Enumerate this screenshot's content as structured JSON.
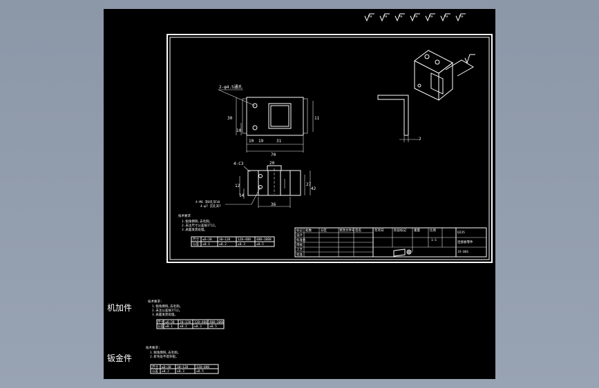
{
  "roughness_symbols": [
    "Ra",
    "Ra",
    "Ra",
    "Ra",
    "Ra",
    "Ra",
    "Ra"
  ],
  "top_view": {
    "hole_note": "2-φ4.5通孔",
    "dims": {
      "height_left": "30",
      "height_small": "10",
      "x1": "10",
      "x2": "19",
      "x3": "31",
      "width": "70",
      "right": "11"
    }
  },
  "front_view": {
    "chamfer_note": "4-C3",
    "dims": {
      "top": "20",
      "left_a": "12",
      "left_b": "14",
      "right_a": "27",
      "right_b": "42",
      "bottom": "36"
    },
    "note_a": "4-M6 深8孔深10",
    "note_b": "4-φ7 沉孔深7"
  },
  "side_view": {
    "dim": "2"
  },
  "tech_req": {
    "heading": "技术要求",
    "lines": [
      "1.锐角倒钝,去毛刺。",
      "2.未注尺寸公差按IT12。",
      "3.表面发黑处理。"
    ]
  },
  "tolerance_table": {
    "header": [
      "尺寸",
      "≤6~30",
      "30~120",
      "120~400",
      "400~1000"
    ],
    "row": [
      "公差",
      "±0.1",
      "±0.2",
      "±0.3",
      "±0.5"
    ]
  },
  "title_block": {
    "labels": [
      "标记",
      "处数",
      "分区",
      "更改文件号",
      "签名",
      "年月日",
      "设计",
      "标准化",
      "审核",
      "工艺",
      "批准",
      "阶段标记",
      "重量",
      "比例"
    ],
    "scale": "1:1",
    "part_name": "连接板零件",
    "material": "Q235",
    "drawing_no": "JX-001"
  },
  "side_notes": [
    {
      "label": "机加件",
      "heading": "技术要求:",
      "lines": [
        "1.锐角倒钝,去毛刺。",
        "2.未注公差按IT12。",
        "3.表面发黑处理。"
      ],
      "table_header": [
        "尺寸",
        "≤6~30",
        "30~120",
        "120~400",
        "400~1000"
      ],
      "table_row": [
        "公差",
        "±0.1",
        "±0.2",
        "±0.3",
        "±0.5"
      ]
    },
    {
      "label": "钣金件",
      "heading": "技术要求:",
      "lines": [
        "1.锐角倒钝,去毛刺。",
        "2.折弯处不得开裂。"
      ],
      "table_header": [
        "尺寸",
        "≤6~30",
        "30~120",
        "120~400"
      ],
      "table_row": [
        "公差",
        "±0.2",
        "±0.3",
        "±0.5"
      ]
    }
  ],
  "colors": {
    "background": "#000000",
    "frame": "#8c97a8",
    "lines": "#ffffff"
  }
}
